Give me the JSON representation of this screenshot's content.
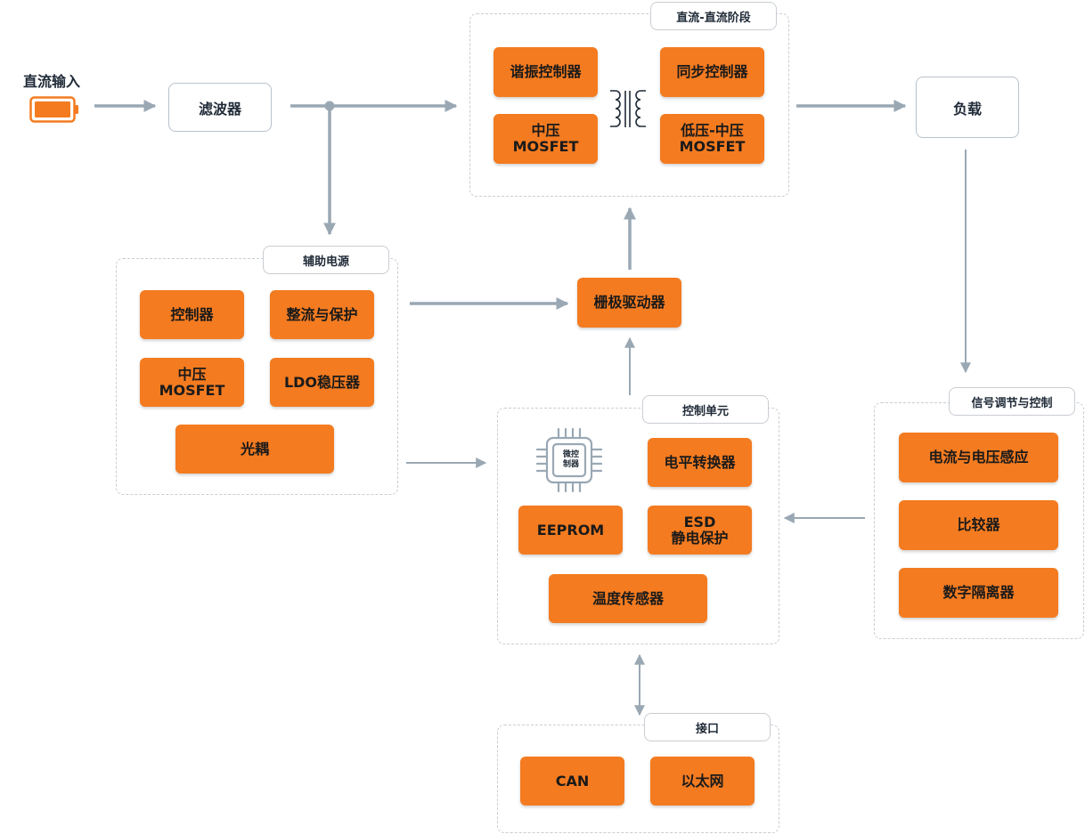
{
  "colors": {
    "block_fill": "#f47b20",
    "arrow": "#9aa8b4",
    "group_border": "#c9cdd2",
    "text_dark": "#1f2a37"
  },
  "input": {
    "label": "直流输入",
    "icon": "battery-icon"
  },
  "filter": {
    "label": "滤波器"
  },
  "load": {
    "label": "负载"
  },
  "dcdc": {
    "title": "直流-直流阶段",
    "resonant_controller": "谐振控制器",
    "sync_controller": "同步控制器",
    "mv_mosfet": "中压\nMOSFET",
    "lv_mv_mosfet": "低压-中压\nMOSFET",
    "transformer_icon": "transformer-icon"
  },
  "gate_driver": {
    "label": "栅极驱动器"
  },
  "aux_power": {
    "title": "辅助电源",
    "controller": "控制器",
    "rectify_protect": "整流与保护",
    "mv_mosfet": "中压\nMOSFET",
    "ldo": "LDO稳压器",
    "optocoupler": "光耦"
  },
  "control_unit": {
    "title": "控制单元",
    "mcu": "微控\n制器",
    "mcu_icon": "microchip-icon",
    "level_shifter": "电平转换器",
    "eeprom": "EEPROM",
    "esd": "ESD\n静电保护",
    "temp_sensor": "温度传感器"
  },
  "signal": {
    "title": "信号调节与控制",
    "current_voltage_sense": "电流与电压感应",
    "comparator": "比较器",
    "digital_isolator": "数字隔离器"
  },
  "interface": {
    "title": "接口",
    "can": "CAN",
    "ethernet": "以太网"
  }
}
